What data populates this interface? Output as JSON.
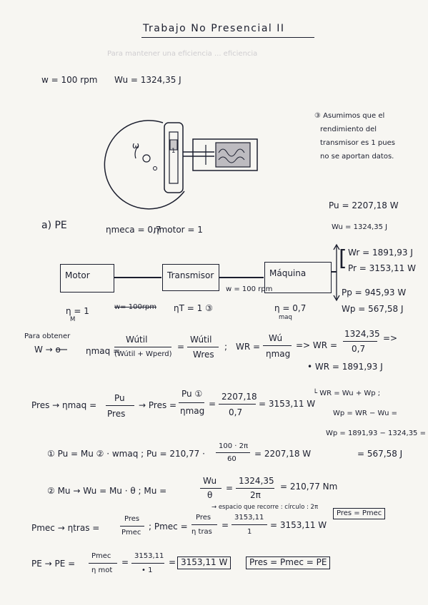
{
  "title": "Trabajo No Presencial II",
  "faint_line": "Para mantener una eficiencia ... eficiencia",
  "given": {
    "w": "w = 100 rpm",
    "wu": "Wu = 1324,35 J"
  },
  "note": [
    "③ Asumimos que el",
    "rendimiento del",
    "transmisor es 1 pues",
    "no se aportan datos."
  ],
  "diagram_labels": {
    "omega": "ω",
    "piston": "1"
  },
  "part_a": {
    "label": "a) PE",
    "eta_meca": "ηmeca = 0,7",
    "eta_motor": "ηmotor = 1"
  },
  "right_values": {
    "pu": "Pu = 2207,18 W",
    "wu": "Wu = 1324,35 J",
    "wr": "Wr = 1891,93 J",
    "pr": "Pr = 3153,11 W",
    "pp": "Pp = 945,93 W",
    "wp": "Wp = 567,58 J"
  },
  "boxes": {
    "motor": "Motor",
    "transmisor": "Transmisor",
    "maquina": "Máquina"
  },
  "below_boxes": {
    "eta_m": "η = 1",
    "sub_m": "M",
    "rpm_struck": "w= 100rpm",
    "eta_t": "ηT = 1 ③",
    "w_link": "w = 100 rpm",
    "eta_maq": "η = 0,7",
    "sub_maq": "maq"
  },
  "obtain": {
    "label": [
      "Para obtener",
      "W  →  o"
    ],
    "eta_lhs": "ηmaq =",
    "num1": "Wútil",
    "den1": "(Wútil + Wperd)",
    "eq": "=",
    "num2": "Wútil",
    "den2": "Wres",
    "semi": ";",
    "wr_lhs": "WR =",
    "num3": "Wú",
    "den3": "ηmag",
    "arrow": "=> WR =",
    "num4": "1324,35",
    "den4": "0,7",
    "tail": "=>",
    "result": "• WR = 1891,93 J"
  },
  "wp_block": [
    "└ WR = Wu + Wp ;",
    "Wp = WR − Wu =",
    "Wp = 1891,93 − 1324,35 =",
    "= 567,58 J"
  ],
  "pres": {
    "lhs": "Pres →  ηmaq =",
    "num1": "Pu",
    "den1": "Pres",
    "arrow": "→ Pres =",
    "num2": "Pu ①",
    "den2": "ηmag",
    "eq": "=",
    "num3": "2207,18",
    "den3": "0,7",
    "result": "= 3153,11 W"
  },
  "eq1": {
    "lead": "①  Pu = Mu ② · wmaq ;  Pu = 210,77 ·",
    "num": "100 · 2π",
    "den": "60",
    "result": "= 2207,18 W"
  },
  "eq2": {
    "lead": "②  Mu →  Wu = Mu · θ ;  Mu =",
    "num": "Wu",
    "den": "θ",
    "eq": "=",
    "num2": "1324,35",
    "den2": "2π",
    "result": "= 210,77 Nm",
    "note": "→ espacio que recorre : círculo : 2π"
  },
  "pmec": {
    "lhs": "Pmec →  ηtras =",
    "num1": "Pres",
    "den1": "Pmec",
    "mid": "; Pmec =",
    "num2": "Pres",
    "den2": "η tras",
    "eq": "=",
    "num3": "3153,11",
    "den3": "1",
    "result": "= 3153,11 W",
    "boxed": "Pres = Pmec"
  },
  "pe": {
    "lhs": "PE →  PE =",
    "num1": "Pmec",
    "den1": "η mot",
    "eq": "=",
    "num2": "3153,11",
    "den2": "• 1",
    "eq2": "=",
    "boxed1": "3153,11 W",
    "boxed2": "Pres = Pmec = PE"
  }
}
